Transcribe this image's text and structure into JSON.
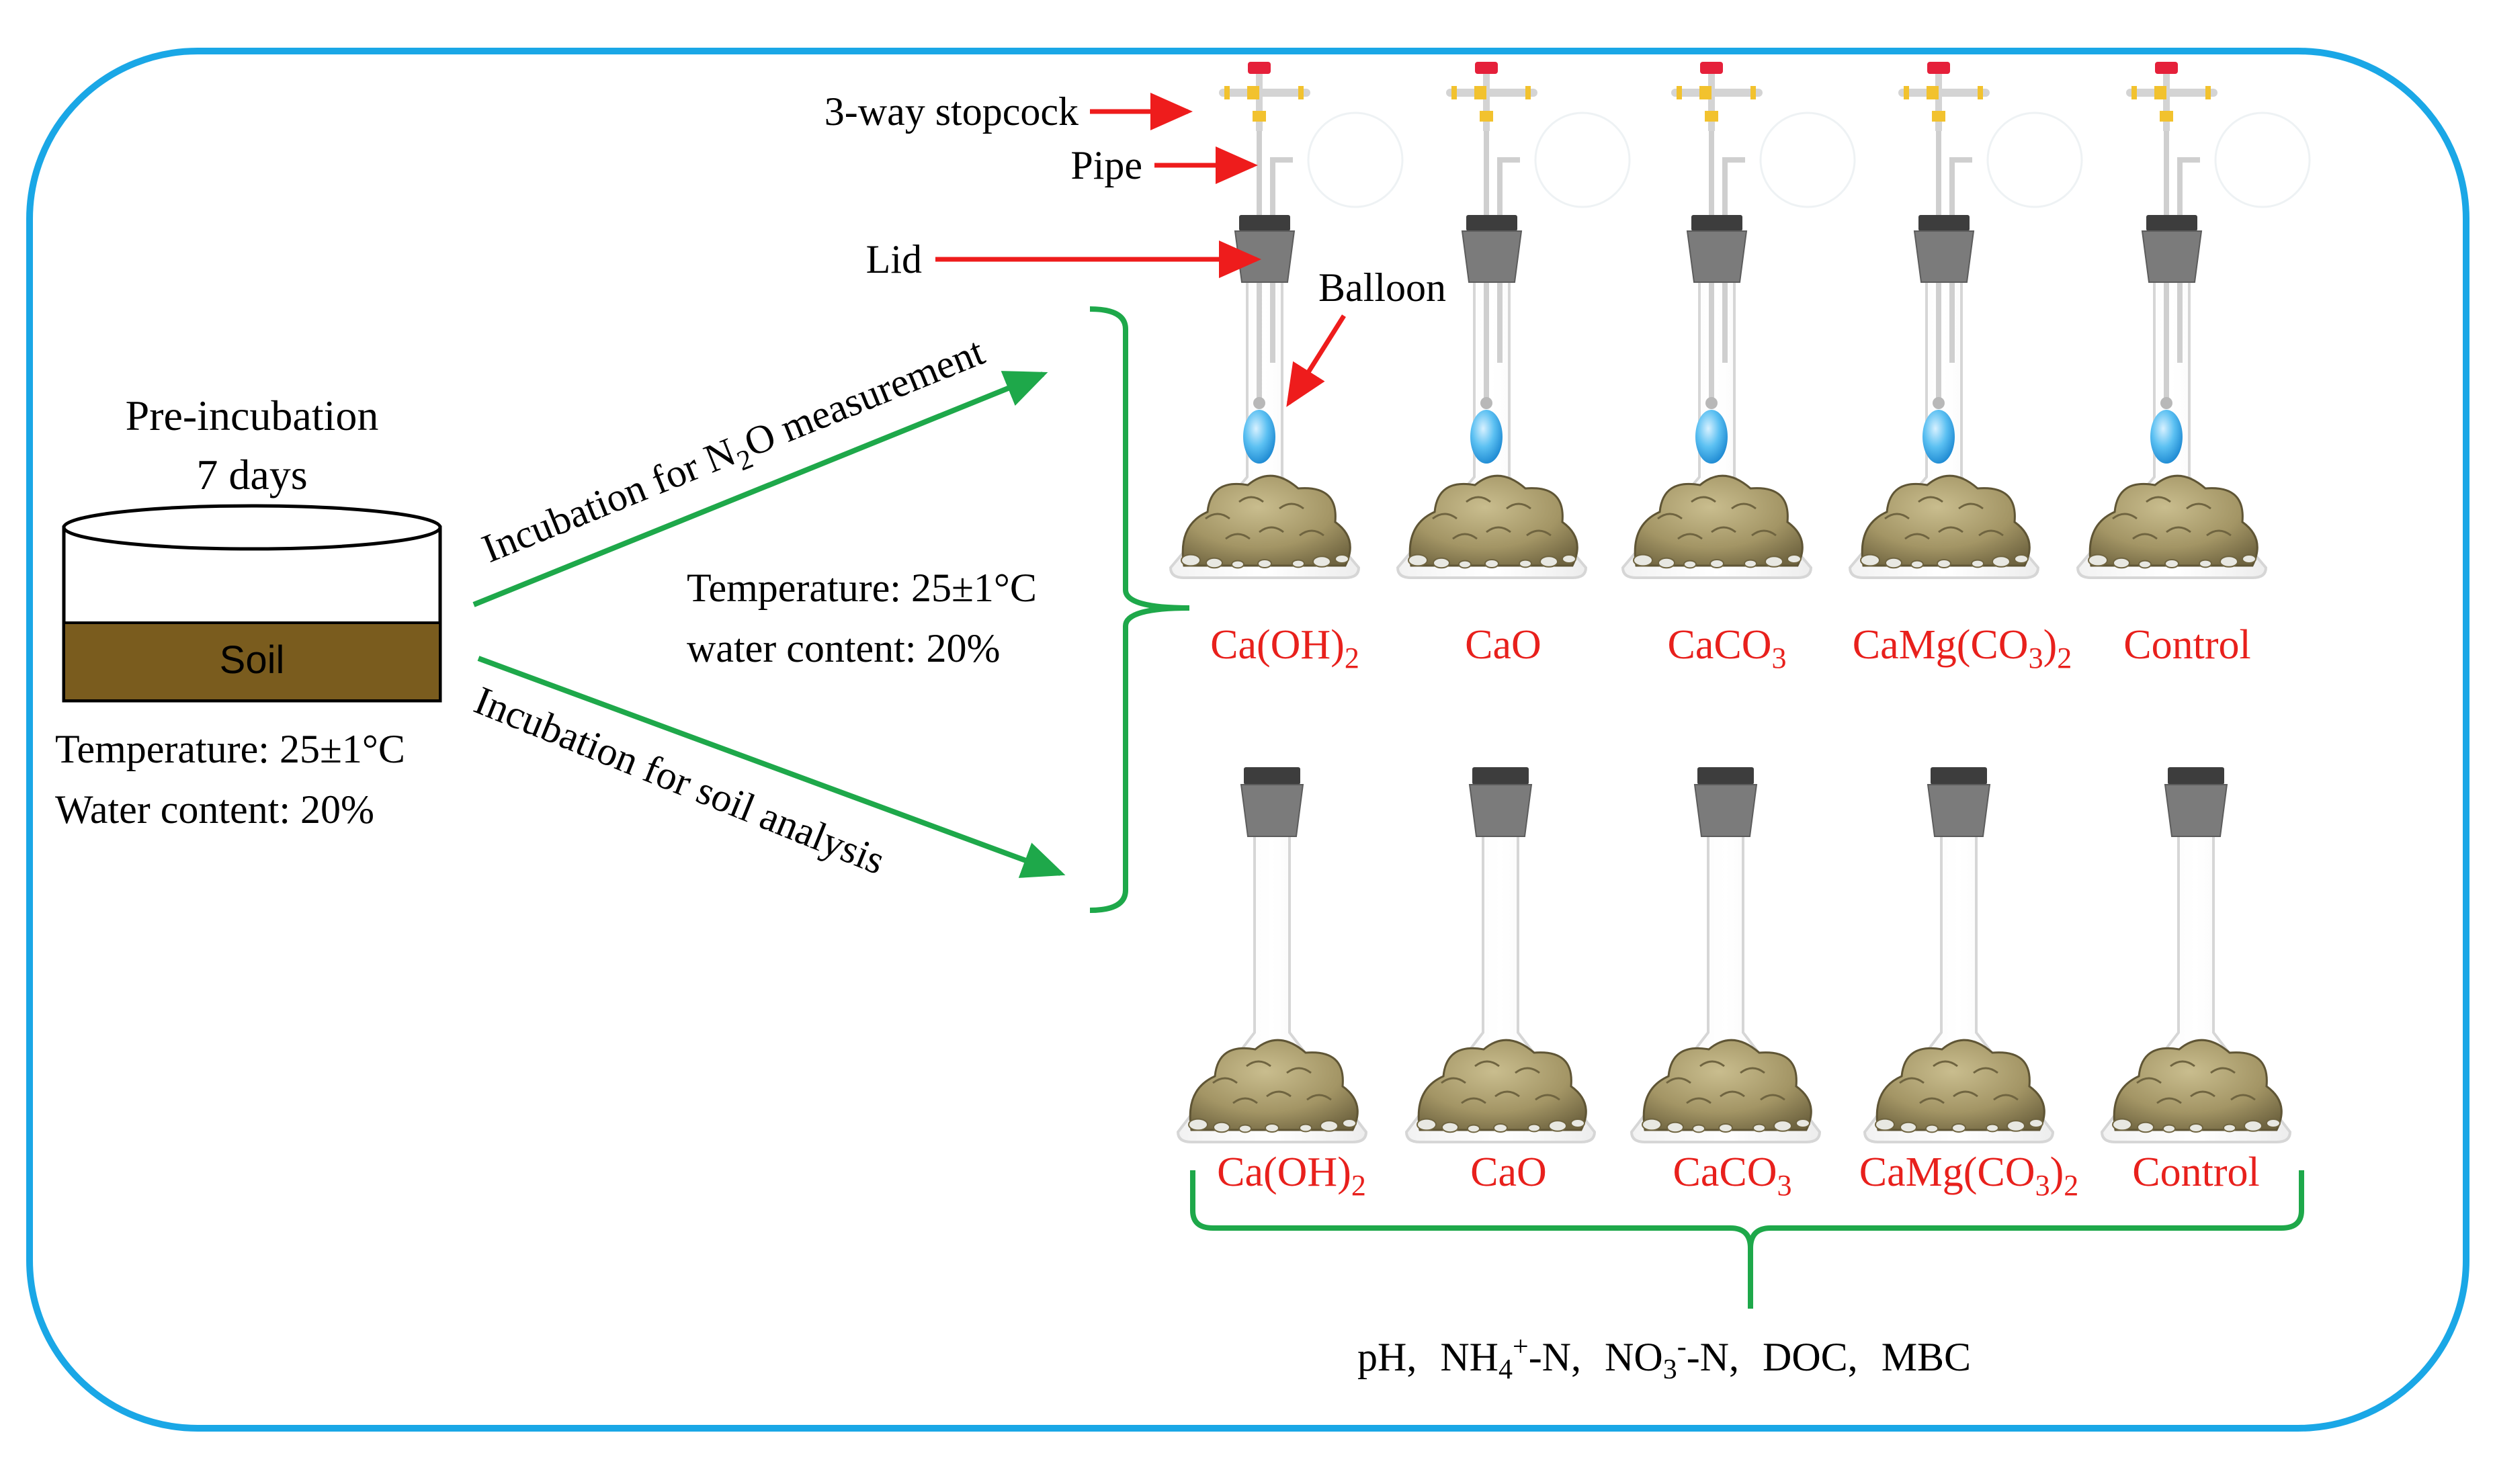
{
  "pre_incubation": {
    "title_line1": "Pre-incubation",
    "title_line2": "7 days",
    "soil_label": "Soil",
    "temperature": "Temperature: 25±1°C",
    "water": "Water content: 20%"
  },
  "branches": {
    "upper": {
      "text_a": "Incubation for N",
      "sub": "2",
      "text_b": "O measurement"
    },
    "lower": {
      "text": "Incubation for soil analysis"
    }
  },
  "incubation_conditions": {
    "temperature": "Temperature: 25±1°C",
    "water": "water content: 20%"
  },
  "callouts": {
    "stopcock": "3-way stopcock",
    "pipe": "Pipe",
    "lid": "Lid",
    "balloon": "Balloon"
  },
  "treatments": [
    {
      "base": "Ca(OH)",
      "sub": "2",
      "tail": "",
      "tail_sub": ""
    },
    {
      "base": "CaO",
      "sub": "",
      "tail": "",
      "tail_sub": ""
    },
    {
      "base": "CaCO",
      "sub": "3",
      "tail": "",
      "tail_sub": ""
    },
    {
      "base": "CaMg(CO",
      "sub": "3",
      "tail": ")",
      "tail_sub": "2"
    },
    {
      "base": "Control",
      "sub": "",
      "tail": "",
      "tail_sub": ""
    }
  ],
  "analysis": {
    "ph": "pH,",
    "nh4_a": "NH",
    "nh4_sub": "4",
    "nh4_sup": "+",
    "nh4_b": "-N,",
    "no3_a": "NO",
    "no3_sub": "3",
    "no3_sup": "-",
    "no3_b": "-N,",
    "doc": "DOC,",
    "mbc": "MBC"
  },
  "colors": {
    "frame": "#1aa7e6",
    "arrow_red": "#ee1c1c",
    "branch_green": "#1ea84a",
    "soil_brown": "#7a5c1e",
    "label_red": "#e8201c",
    "balloon": "#3aa8e8"
  }
}
